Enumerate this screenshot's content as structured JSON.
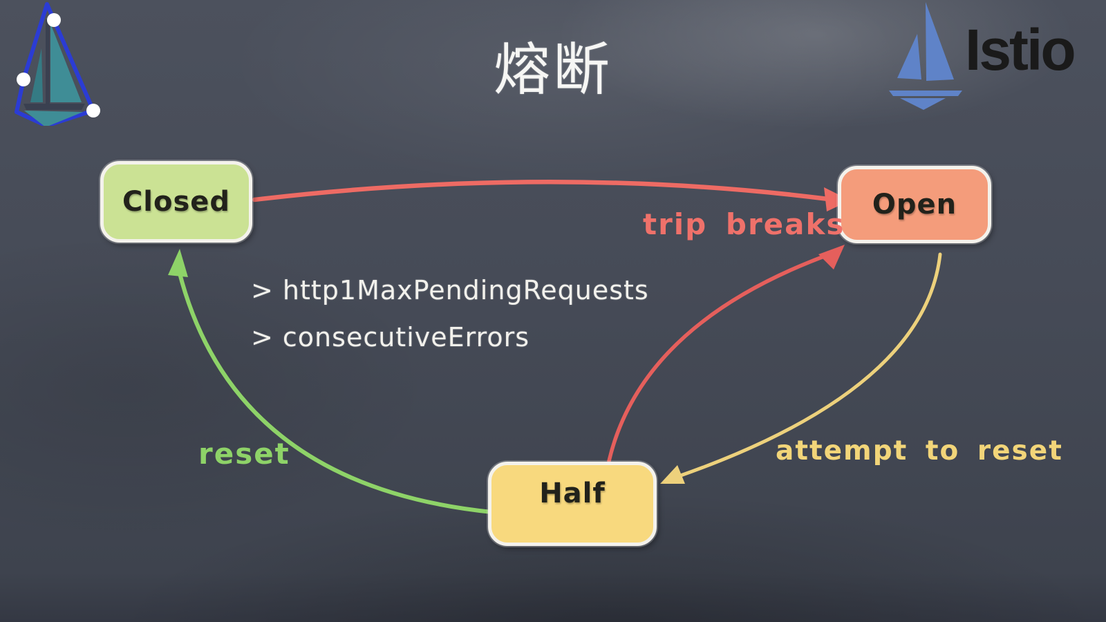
{
  "slide": {
    "title": "熔断"
  },
  "logos": {
    "left_sketch_sailboat": "sailboat-sketch-logo",
    "istio": {
      "wordmark": "Istio"
    }
  },
  "diagram": {
    "states": [
      {
        "id": "closed",
        "label": "Closed",
        "fill": "#cbe294"
      },
      {
        "id": "open",
        "label": "Open",
        "fill": "#f49c7b"
      },
      {
        "id": "half",
        "label": "Half",
        "fill": "#f8d97e"
      }
    ],
    "transitions": [
      {
        "from": "closed",
        "to": "open",
        "label": "trip breaks",
        "color": "#ee6b64"
      },
      {
        "from": "half",
        "to": "open",
        "label": "",
        "color": "#ee6b64"
      },
      {
        "from": "open",
        "to": "half",
        "label": "attempt to reset",
        "color": "#f2d579"
      },
      {
        "from": "half",
        "to": "closed",
        "label": "reset",
        "color": "#8ed368"
      }
    ],
    "notes": [
      "> http1MaxPendingRequests",
      "> consecutiveErrors"
    ]
  },
  "colors": {
    "background": "#454a56",
    "chalk_white": "#f2f1ec",
    "arrow_red": "#ee6b64",
    "arrow_green": "#8ed368",
    "arrow_yellow": "#edd17c",
    "istio_blue": "#5f83c8",
    "sketch_teal": "#3f8d96",
    "sketch_outline_blue": "#2b3cd4"
  }
}
